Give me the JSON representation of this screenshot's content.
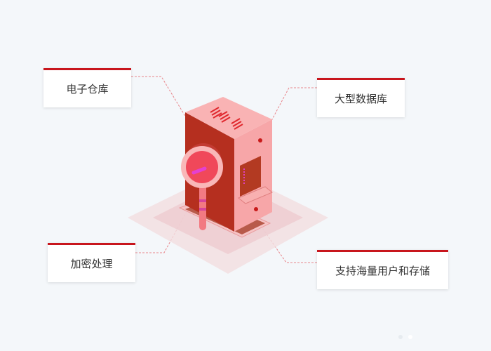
{
  "features": [
    {
      "label": "电子仓库"
    },
    {
      "label": "大型数据库"
    },
    {
      "label": "加密处理"
    },
    {
      "label": "支持海量用户和存储"
    }
  ],
  "colors": {
    "accent": "#c8161d",
    "background": "#f4f7fa"
  },
  "carousel": {
    "total": 2,
    "active": 2
  }
}
